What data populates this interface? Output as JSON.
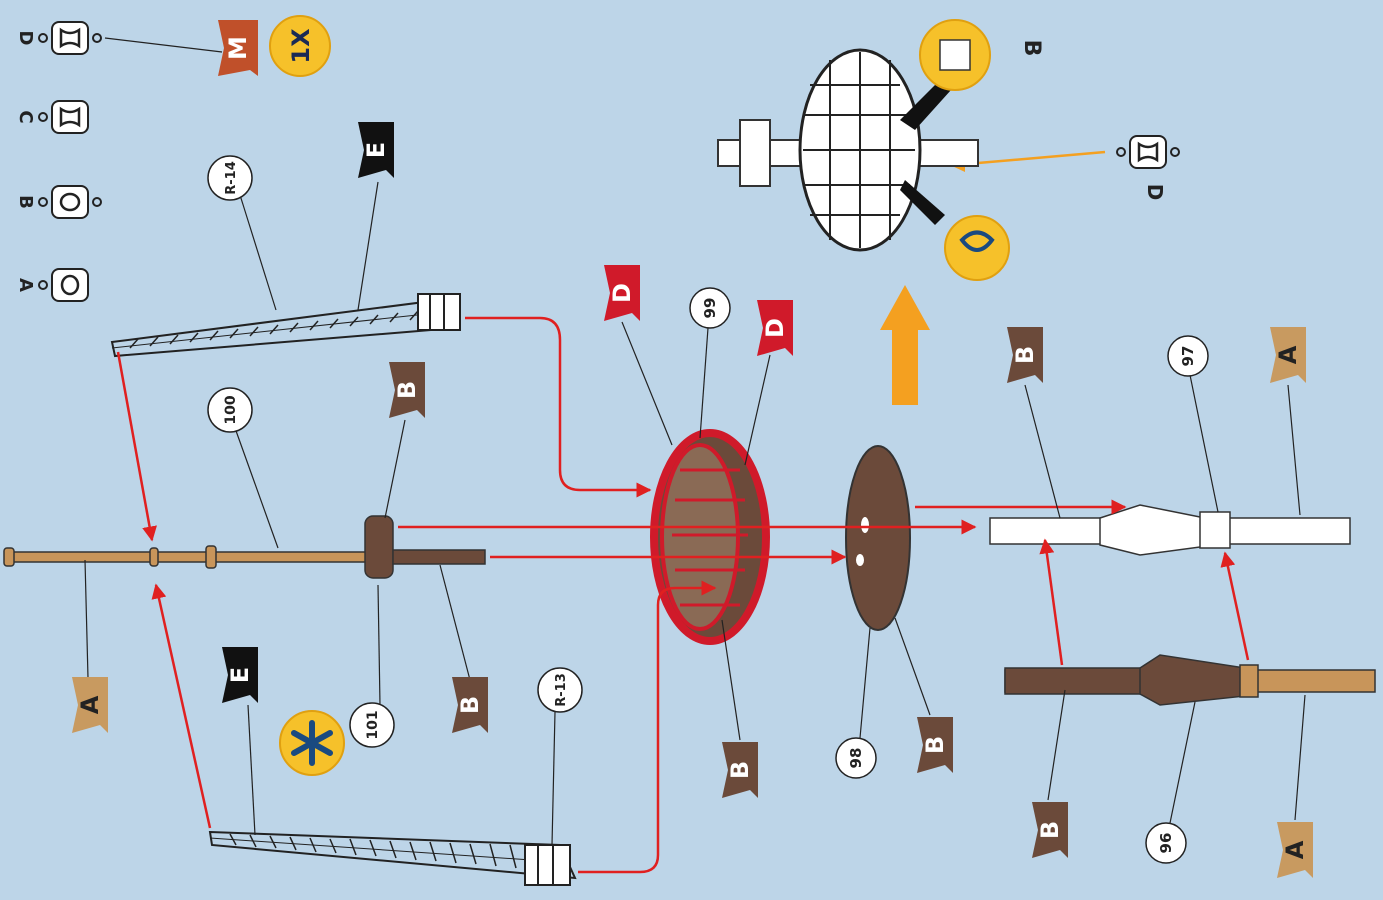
{
  "deadeyes": [
    {
      "letter": "A"
    },
    {
      "letter": "B"
    },
    {
      "letter": "C"
    },
    {
      "letter": "D"
    }
  ],
  "badge_m": "M",
  "badge_1x": "1X",
  "flags": {
    "a": "A",
    "b": "B",
    "d": "D",
    "e": "E"
  },
  "part_numbers": {
    "p96": "96",
    "p97": "97",
    "p98": "98",
    "p99": "99",
    "p100": "100",
    "p101": "101",
    "r13": "R-13",
    "r14": "R-14"
  },
  "detail_view": {
    "label": "B",
    "deadeye_label": "D"
  },
  "colors": {
    "background": "#bdd5e8",
    "arrow_red": "#e02020",
    "arrow_orange": "#f4a020",
    "wood": "#c8955a",
    "dark_wood": "#6b4a3a",
    "flag_red": "#d01a2a",
    "flag_brown": "#6b4a3a",
    "flag_tan": "#c89a60",
    "badge_yellow": "#f6c12a"
  }
}
